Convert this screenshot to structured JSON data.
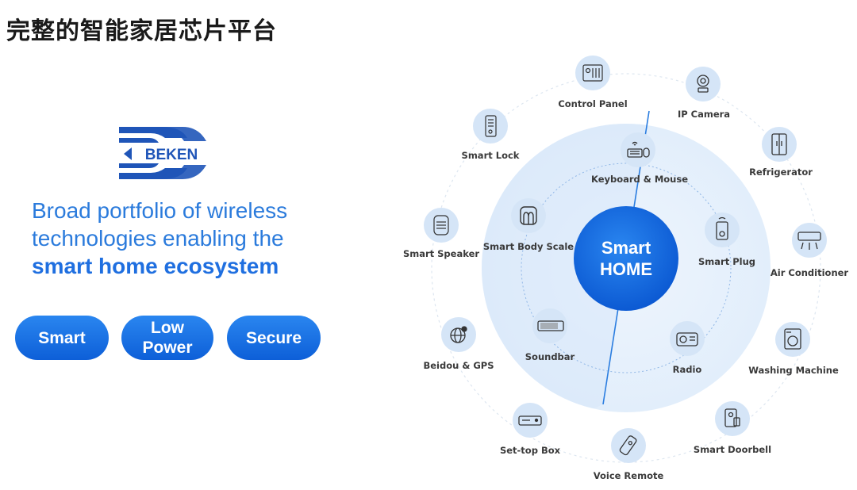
{
  "title": "完整的智能家居芯片平台",
  "logo": {
    "text": "BEKEN",
    "color": "#1f55b8"
  },
  "tagline": {
    "line1": "Broad portfolio of wireless",
    "line2": "technologies enabling the",
    "line3": "smart home ecosystem"
  },
  "pills": [
    {
      "label": "Smart"
    },
    {
      "label": "Low Power"
    },
    {
      "label": "Secure"
    }
  ],
  "center": {
    "line1": "Smart",
    "line2": "HOME"
  },
  "colors": {
    "accent": "#1a6fe0",
    "icon_bg": "#d5e5f7",
    "icon_fg": "#333333"
  },
  "inner_nodes": [
    {
      "label": "Keyboard & Mouse",
      "icon": "keyboard-mouse-icon"
    },
    {
      "label": "Smart Body Scale",
      "icon": "body-scale-icon"
    },
    {
      "label": "Smart Plug",
      "icon": "smart-plug-icon"
    },
    {
      "label": "Soundbar",
      "icon": "soundbar-icon"
    },
    {
      "label": "Radio",
      "icon": "radio-icon"
    }
  ],
  "outer_nodes": [
    {
      "label": "Control Panel",
      "icon": "control-panel-icon"
    },
    {
      "label": "IP Camera",
      "icon": "ip-camera-icon"
    },
    {
      "label": "Smart Lock",
      "icon": "smart-lock-icon"
    },
    {
      "label": "Refrigerator",
      "icon": "refrigerator-icon"
    },
    {
      "label": "Smart Speaker",
      "icon": "smart-speaker-icon"
    },
    {
      "label": "Air Conditioner",
      "icon": "air-conditioner-icon"
    },
    {
      "label": "Beidou & GPS",
      "icon": "globe-icon"
    },
    {
      "label": "Washing Machine",
      "icon": "washing-machine-icon"
    },
    {
      "label": "Set-top Box",
      "icon": "set-top-box-icon"
    },
    {
      "label": "Smart Doorbell",
      "icon": "doorbell-icon"
    },
    {
      "label": "Voice Remote",
      "icon": "voice-remote-icon"
    }
  ]
}
